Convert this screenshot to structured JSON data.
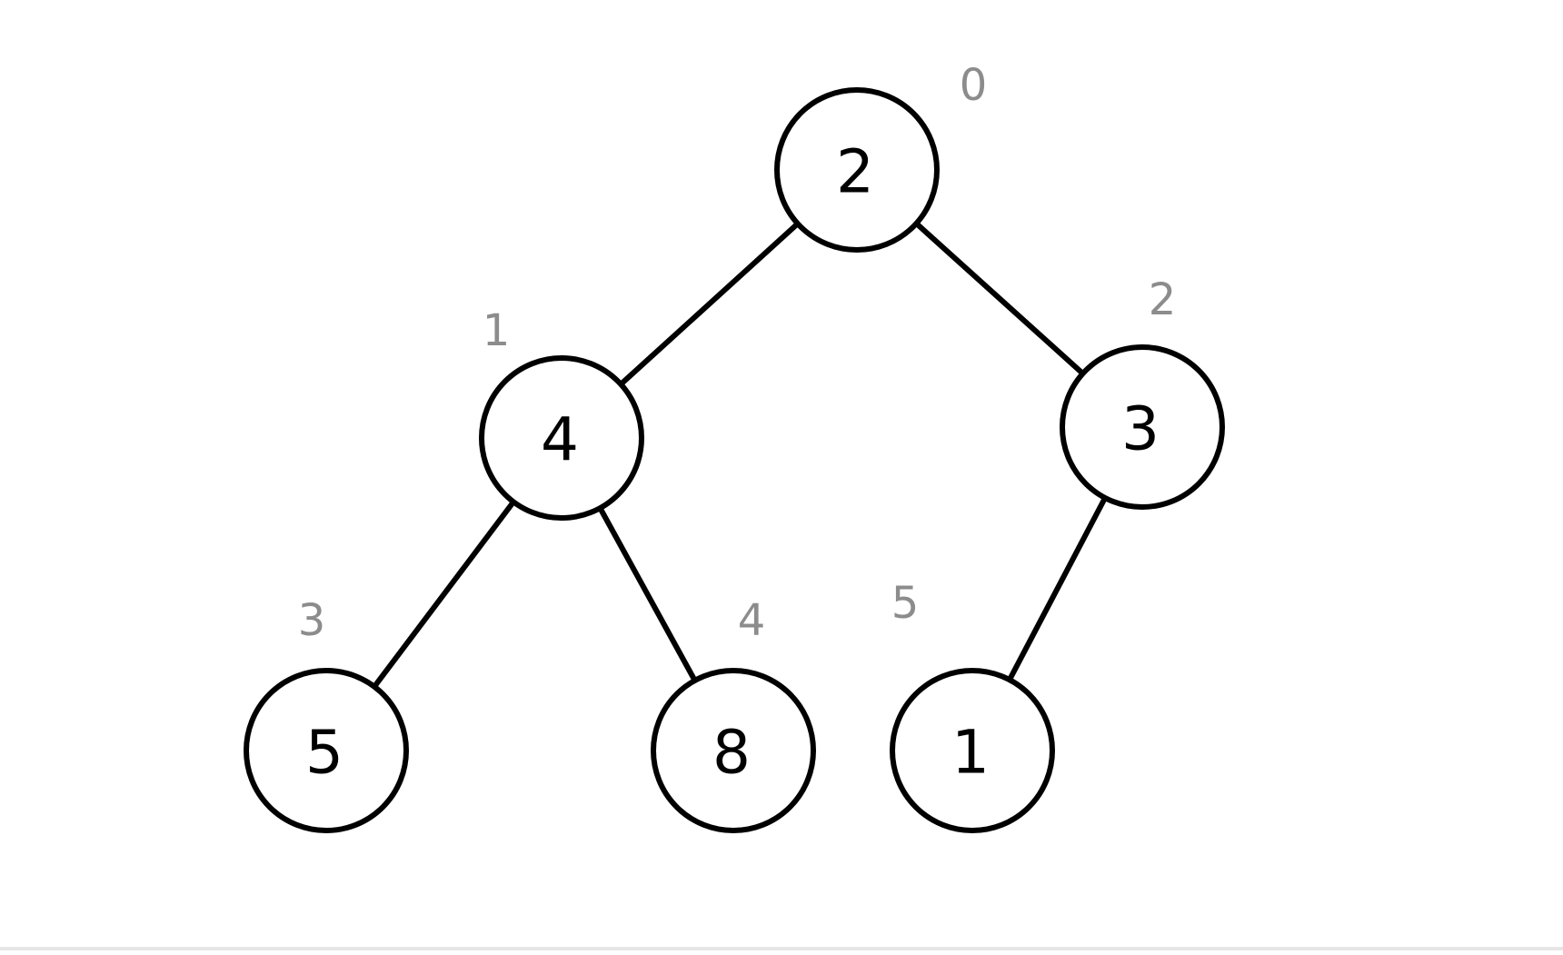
{
  "diagram": {
    "colors": {
      "line": "#000000",
      "node_fill": "#ffffff",
      "value_text": "#000000",
      "index_text": "#8c8c8c"
    },
    "nodes": [
      {
        "id": "n0",
        "value": "2",
        "index": "0"
      },
      {
        "id": "n1",
        "value": "4",
        "index": "1"
      },
      {
        "id": "n2",
        "value": "3",
        "index": "2"
      },
      {
        "id": "n3",
        "value": "5",
        "index": "3"
      },
      {
        "id": "n4",
        "value": "8",
        "index": "4"
      },
      {
        "id": "n5",
        "value": "1",
        "index": "5"
      }
    ],
    "edges": [
      {
        "from": "n0",
        "to": "n1"
      },
      {
        "from": "n0",
        "to": "n2"
      },
      {
        "from": "n1",
        "to": "n3"
      },
      {
        "from": "n1",
        "to": "n4"
      },
      {
        "from": "n2",
        "to": "n5"
      }
    ]
  }
}
